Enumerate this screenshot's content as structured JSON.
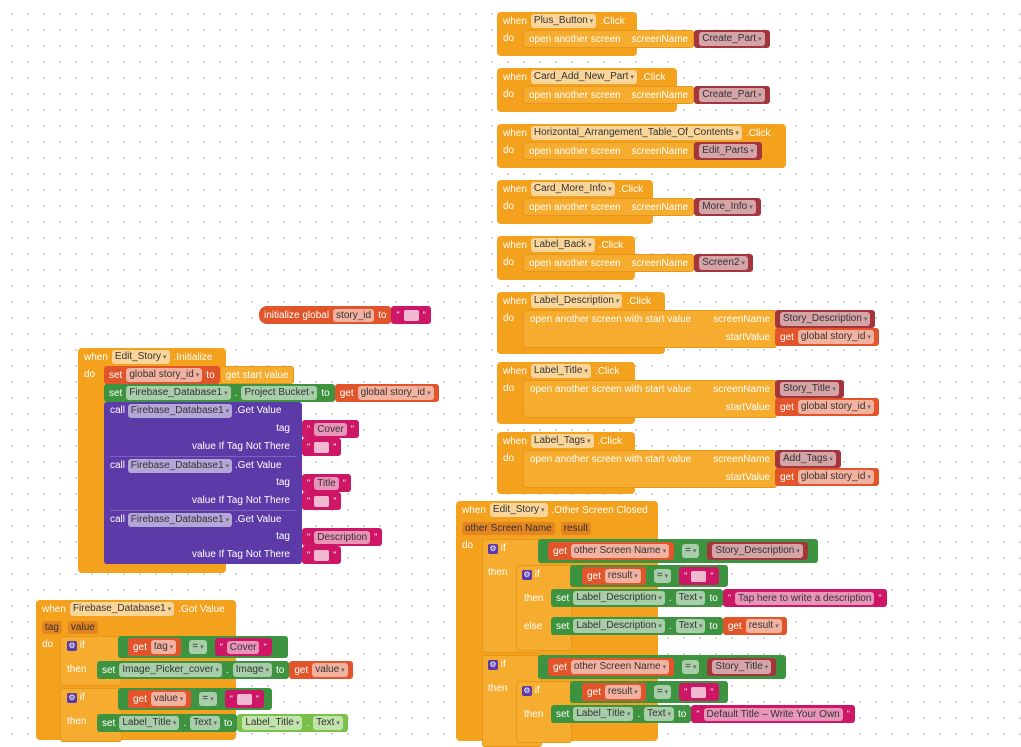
{
  "common": {
    "when": "when",
    "do": "do",
    "open_screen": "open another screen",
    "open_screen_start": "open another screen with start value",
    "screenName": "screenName",
    "startValue": "startValue",
    "get": "get",
    "set": "set",
    "to": "to",
    "call": "call",
    "if": "if",
    "then": "then",
    "else": "else",
    "eq": "=",
    "dot": ".",
    "tag": "tag",
    "value_if_not": "value If Tag Not There",
    "quote": "\""
  },
  "click_events": [
    {
      "component": "Plus_Button",
      "event": ".Click",
      "screen": "Create_Part"
    },
    {
      "component": "Card_Add_New_Part",
      "event": ".Click",
      "screen": "Create_Part"
    },
    {
      "component": "Horizontal_Arrangement_Table_Of_Contents",
      "event": ".Click",
      "screen": "Edit_Parts"
    },
    {
      "component": "Card_More_Info",
      "event": ".Click",
      "screen": "More_Info"
    },
    {
      "component": "Label_Back",
      "event": ".Click",
      "screen": "Screen2"
    }
  ],
  "start_events": [
    {
      "component": "Label_Description",
      "event": ".Click",
      "screen": "Story_Description",
      "start_var": "global story_id"
    },
    {
      "component": "Label_Title",
      "event": ".Click",
      "screen": "Story_Title",
      "start_var": "global story_id"
    },
    {
      "component": "Label_Tags",
      "event": ".Click",
      "screen": "Add_Tags",
      "start_var": "global story_id"
    }
  ],
  "global_init": {
    "label": "initialize global",
    "name": "story_id",
    "to": "to",
    "value": ""
  },
  "initialize": {
    "component": "Edit_Story",
    "event": ".Initialize",
    "set_var": "global story_id",
    "get_start": "get start value",
    "db": "Firebase_Database1",
    "prop": "Project Bucket",
    "get_var": "global story_id",
    "method": ".Get Value",
    "tags": [
      "Cover",
      "Title",
      "Description"
    ],
    "empty": ""
  },
  "got_value": {
    "component": "Firebase_Database1",
    "event": ".Got Value",
    "params": [
      "tag",
      "value"
    ],
    "if1": {
      "var": "tag",
      "str": "Cover",
      "set_comp": "Image_Picker_cover",
      "set_prop": "Image",
      "get_var": "value"
    },
    "if2": {
      "var": "value",
      "str": "",
      "set_comp": "Label_Title",
      "set_prop": "Text",
      "src_comp": "Label_Title",
      "src_prop": "Text"
    }
  },
  "screen_closed": {
    "component": "Edit_Story",
    "event": ".Other Screen Closed",
    "params": [
      "other Screen Name",
      "result"
    ],
    "if1": {
      "var": "other Screen Name",
      "screen": "Story_Description",
      "inner_var": "result",
      "inner_str": "",
      "set_comp": "Label_Description",
      "set_prop": "Text",
      "then_str": "Tap here to write a description",
      "else_var": "result"
    },
    "if2": {
      "var": "other Screen Name",
      "screen": "Story_Title",
      "inner_var": "result",
      "inner_str": "",
      "set_comp": "Label_Title",
      "set_prop": "Text",
      "then_str": "Default Title – Write Your Own"
    }
  }
}
